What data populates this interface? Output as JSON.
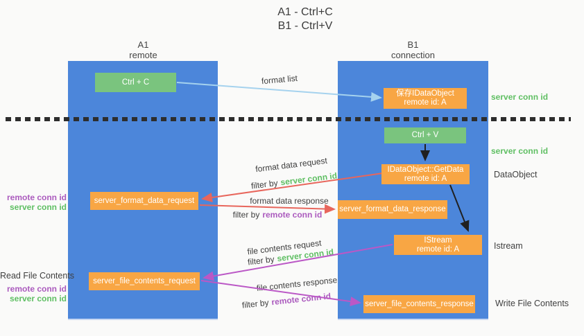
{
  "title": {
    "line1": "A1 - Ctrl+C",
    "line2": "B1 - Ctrl+V"
  },
  "lanes": {
    "left": {
      "name": "A1",
      "subtitle": "remote"
    },
    "right": {
      "name": "B1",
      "subtitle": "connection"
    }
  },
  "nodes": {
    "ctrl_c": "Ctrl + C",
    "ctrl_v": "Ctrl + V",
    "save_idataobject": {
      "line1": "保存IDataObject",
      "line2": "remote id: A"
    },
    "getdata": {
      "line1": "IDataObject::GetData",
      "line2": "remote id: A"
    },
    "istream": {
      "line1": "IStream",
      "line2": "remote id: A"
    },
    "format_request": "server_format_data_request",
    "format_response": "server_format_data_response",
    "file_request": "server_file_contents_request",
    "file_response": "server_file_contents_response"
  },
  "flow_labels": {
    "format_list": "format list",
    "format_data_request": "format data request",
    "format_data_response": "format data response",
    "file_contents_request": "file contents request",
    "file_contents_response": "file contents response",
    "filter_by": "filter by",
    "server_conn_id": "server conn id",
    "remote_conn_id": "remote conn id"
  },
  "side_labels": {
    "left": {
      "remote_conn_id": "remote conn id",
      "server_conn_id": "server conn id",
      "read_file_contents": "Read File Contents"
    },
    "right": {
      "server_conn_id_top": "server conn id",
      "server_conn_id_mid": "server conn id",
      "dataobject": "DataObject",
      "istream": "Istream",
      "write_file_contents": "Write File Contents"
    }
  },
  "colors": {
    "lane_blue": "#4c86da",
    "node_orange": "#f8a644",
    "node_green": "#7ac47e",
    "arrow_red": "#e8665c",
    "arrow_purple": "#bb58c6",
    "arrow_lightblue": "#a5d2ee",
    "arrow_black": "#202020",
    "label_green": "#5fbf63",
    "label_purple": "#ab5bbe",
    "background": "#fafaf9"
  }
}
